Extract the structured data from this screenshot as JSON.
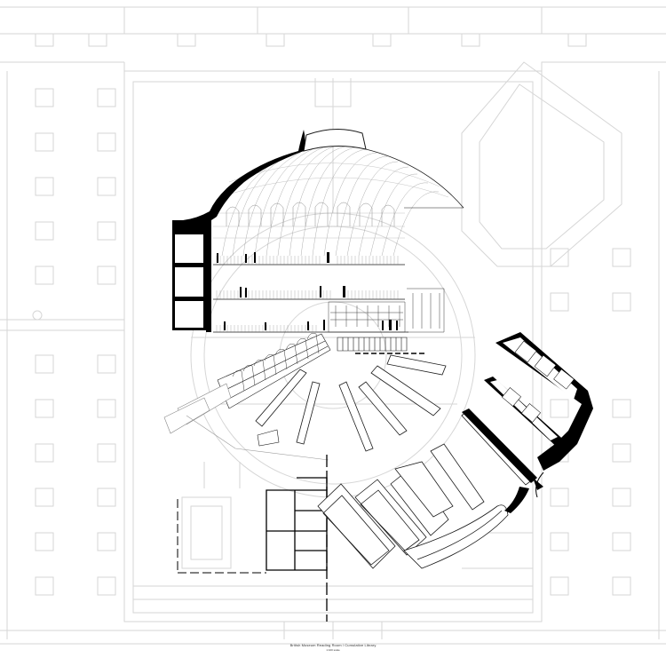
{
  "drawing": {
    "caption_title": "British Museum Reading Room / Cumulative Library",
    "caption_subtitle": "1:100 scale",
    "colors": {
      "background": "#ffffff",
      "ghost_plan": "#d6d6d6",
      "line": "#1a1a1a",
      "poche": "#000000",
      "dome_rib": "#9a9a9a"
    },
    "icons": [
      "dome-section",
      "floor-plan-ghost",
      "radial-bookcases",
      "figure-silhouettes"
    ]
  }
}
